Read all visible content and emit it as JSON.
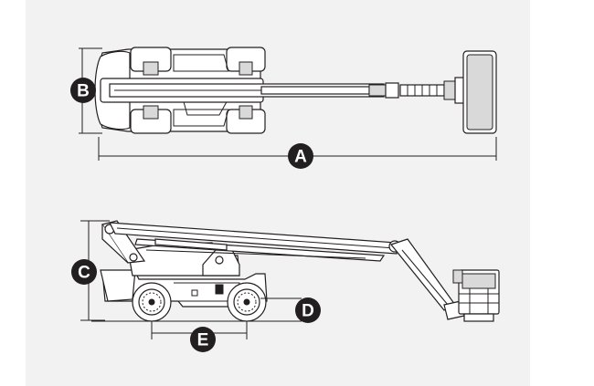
{
  "dimensions": {
    "a": {
      "label": "A"
    },
    "b": {
      "label": "B"
    },
    "c": {
      "label": "C"
    },
    "d": {
      "label": "D"
    },
    "e": {
      "label": "E"
    }
  },
  "colors": {
    "background": "#f2f2f3",
    "line": "#231f20",
    "marker_fill": "#231f20",
    "marker_text": "#ffffff"
  }
}
